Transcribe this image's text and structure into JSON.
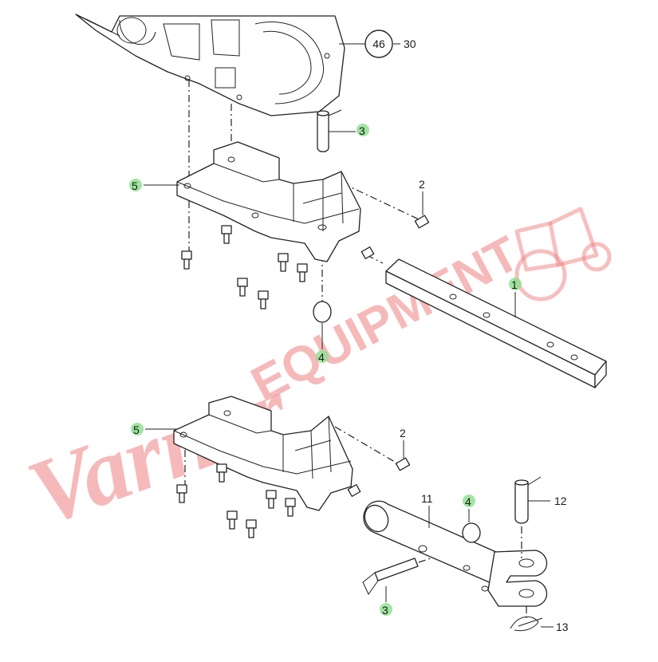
{
  "callouts": {
    "ref_circle": "46",
    "ref_suffix": "30",
    "top_pin": "3",
    "top_bracket": "5",
    "top_bolt": "2",
    "top_drawbar": "1",
    "top_ring": "4",
    "bot_bracket": "5",
    "bot_bolt": "2",
    "bot_bar": "11",
    "bot_ring": "4",
    "bot_pin_clevis": "12",
    "bot_pin_left": "3",
    "bot_clip": "13"
  },
  "watermark": {
    "script": "Varner",
    "caps": "EQUIPMENT"
  },
  "colors": {
    "highlight": "#8fe08f",
    "watermark": "#f08080",
    "line": "#222222"
  }
}
